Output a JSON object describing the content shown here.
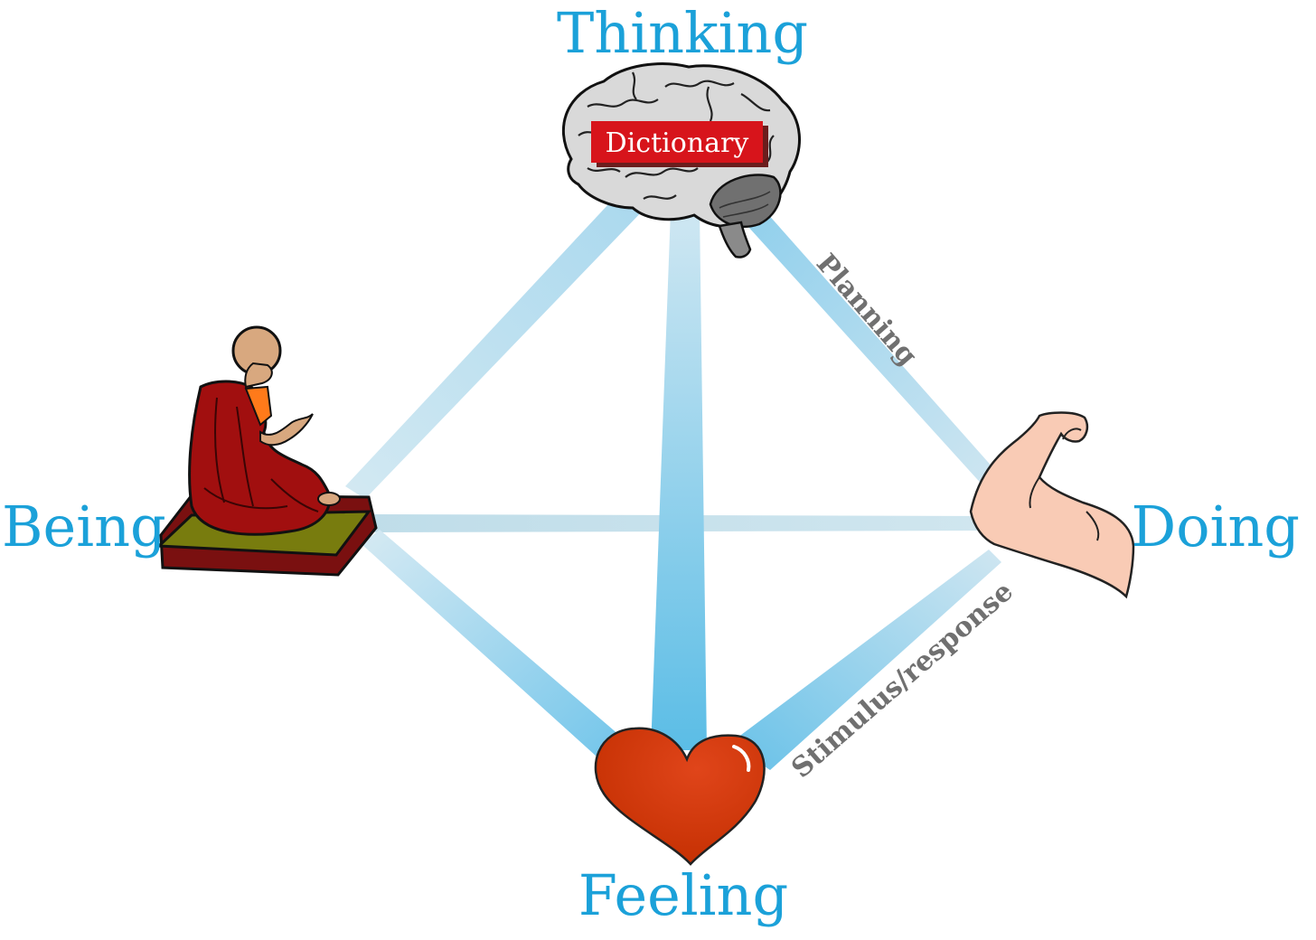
{
  "colors": {
    "label": "#1ba1d9",
    "edge_label": "#707070",
    "beam_light": "#c9e3ee",
    "beam_dark": "#5bbde6",
    "heart": "#cc3300",
    "dictionary_bg": "#d7141b",
    "robe": "#a10f0f",
    "cushion_top": "#757a10",
    "arm_skin": "#f9cbb5",
    "brain": "#d6d6d6"
  },
  "nodes": {
    "thinking": {
      "label": "Thinking",
      "icon": "brain-icon"
    },
    "being": {
      "label": "Being",
      "icon": "meditating-monk-icon"
    },
    "doing": {
      "label": "Doing",
      "icon": "flexed-arm-icon"
    },
    "feeling": {
      "label": "Feeling",
      "icon": "heart-icon"
    }
  },
  "dictionary": {
    "label": "Dictionary"
  },
  "edges": [
    {
      "from": "thinking",
      "to": "being",
      "label": ""
    },
    {
      "from": "thinking",
      "to": "feeling",
      "label": ""
    },
    {
      "from": "thinking",
      "to": "doing",
      "label": "Planning"
    },
    {
      "from": "being",
      "to": "doing",
      "label": ""
    },
    {
      "from": "being",
      "to": "feeling",
      "label": ""
    },
    {
      "from": "feeling",
      "to": "doing",
      "label": "Stimulus/response"
    }
  ]
}
